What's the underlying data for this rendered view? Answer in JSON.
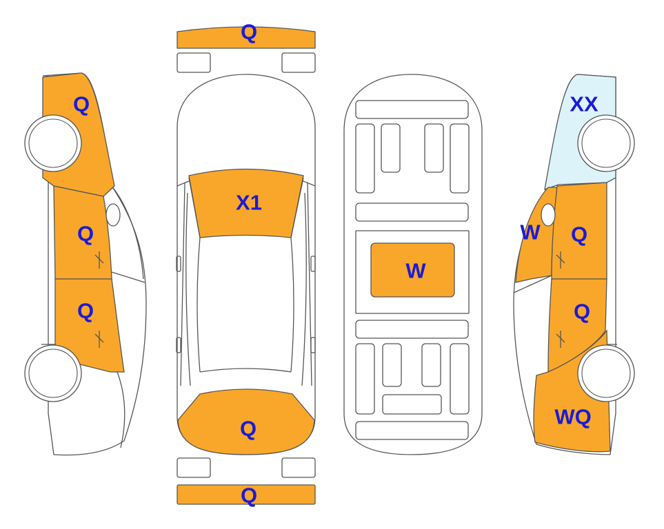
{
  "colors": {
    "damage": "#F9A72B",
    "glass_mark": "#DDF3FA",
    "code_text": "#1B1BD4",
    "outline": "#555555",
    "background": "#FFFFFF"
  },
  "labels": {
    "front_bumper": "Q",
    "rear_bumper": "Q",
    "windshield": "X1",
    "rear_window": "Q",
    "roof": "W",
    "left_front_fender": "Q",
    "left_front_door": "Q",
    "left_rear_door": "Q",
    "right_quarter_glass": "XX",
    "right_mirror": "W",
    "right_front_door": "Q",
    "right_rear_door": "Q",
    "right_front_fender": "WQ"
  }
}
